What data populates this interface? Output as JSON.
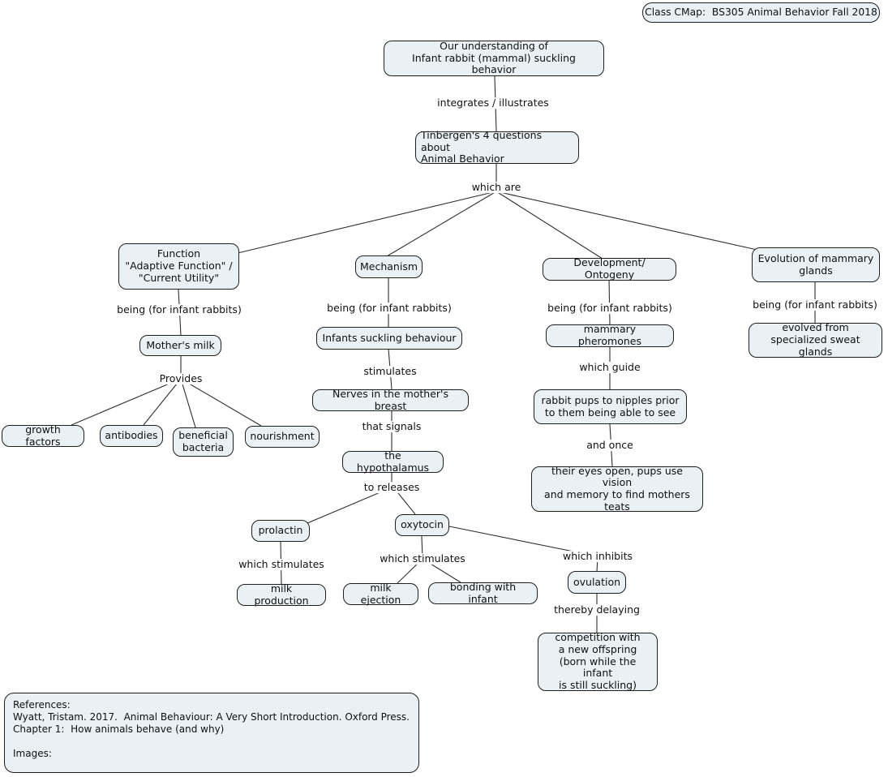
{
  "header": {
    "title": "Class CMap:  BS305 Animal Behavior Fall 2018"
  },
  "nodes": {
    "understanding": "Our understanding of\nInfant rabbit (mammal) suckling behavior",
    "tinbergen": "Tinbergen's 4 questions about\nAnimal Behavior",
    "function": "Function\n\"Adaptive Function\" /\n\"Current Utility\"",
    "mechanism": "Mechanism",
    "development": "Development/ Ontogeny",
    "evolution": "Evolution of mammary\nglands",
    "mothers_milk": "Mother's milk",
    "growth_factors": "growth factors",
    "antibodies": "antibodies",
    "beneficial_bacteria": "beneficial\nbacteria",
    "nourishment": "nourishment",
    "infants_suckling": "Infants suckling behaviour",
    "nerves": "Nerves in the mother's breast",
    "hypothalamus": "the hypothalamus",
    "prolactin": "prolactin",
    "oxytocin": "oxytocin",
    "milk_production": "milk production",
    "milk_ejection": "milk ejection",
    "bonding": "bonding with infant",
    "ovulation": "ovulation",
    "competition": "competition with\na new offspring\n(born while the infant\nis still suckling)",
    "mammary_pheromones": "mammary pheromones",
    "rabbit_pups": "rabbit pups to nipples prior\nto them being able to see",
    "eyes_open": "their eyes open, pups use vision\nand memory to find mothers\nteats",
    "evolved_from": "evolved from\nspecialized sweat glands"
  },
  "labels": {
    "integrates": "integrates / illustrates",
    "which_are": "which are",
    "being_function": "being (for infant rabbits)",
    "provides": "Provides",
    "being_mechanism": "being (for infant rabbits)",
    "stimulates": "stimulates",
    "that_signals": "that signals",
    "to_releases": "to releases",
    "which_stimulates_prolactin": "which stimulates",
    "which_stimulates_oxytocin": "which stimulates",
    "which_inhibits": "which inhibits",
    "thereby_delaying": "thereby delaying",
    "being_development": "being (for infant rabbits)",
    "which_guide": "which guide",
    "and_once": "and once",
    "being_evolution": "being (for infant rabbits)"
  },
  "references": "References:\nWyatt, Tristam. 2017.  Animal Behaviour: A Very Short Introduction. Oxford Press.\nChapter 1:  How animals behave (and why)\n\nImages:",
  "colors": {
    "background": "#ffffff",
    "node_fill": "#e9f1f4",
    "node_border": "#1f1f1f",
    "connector": "#2f2f2f",
    "text": "#101010"
  }
}
